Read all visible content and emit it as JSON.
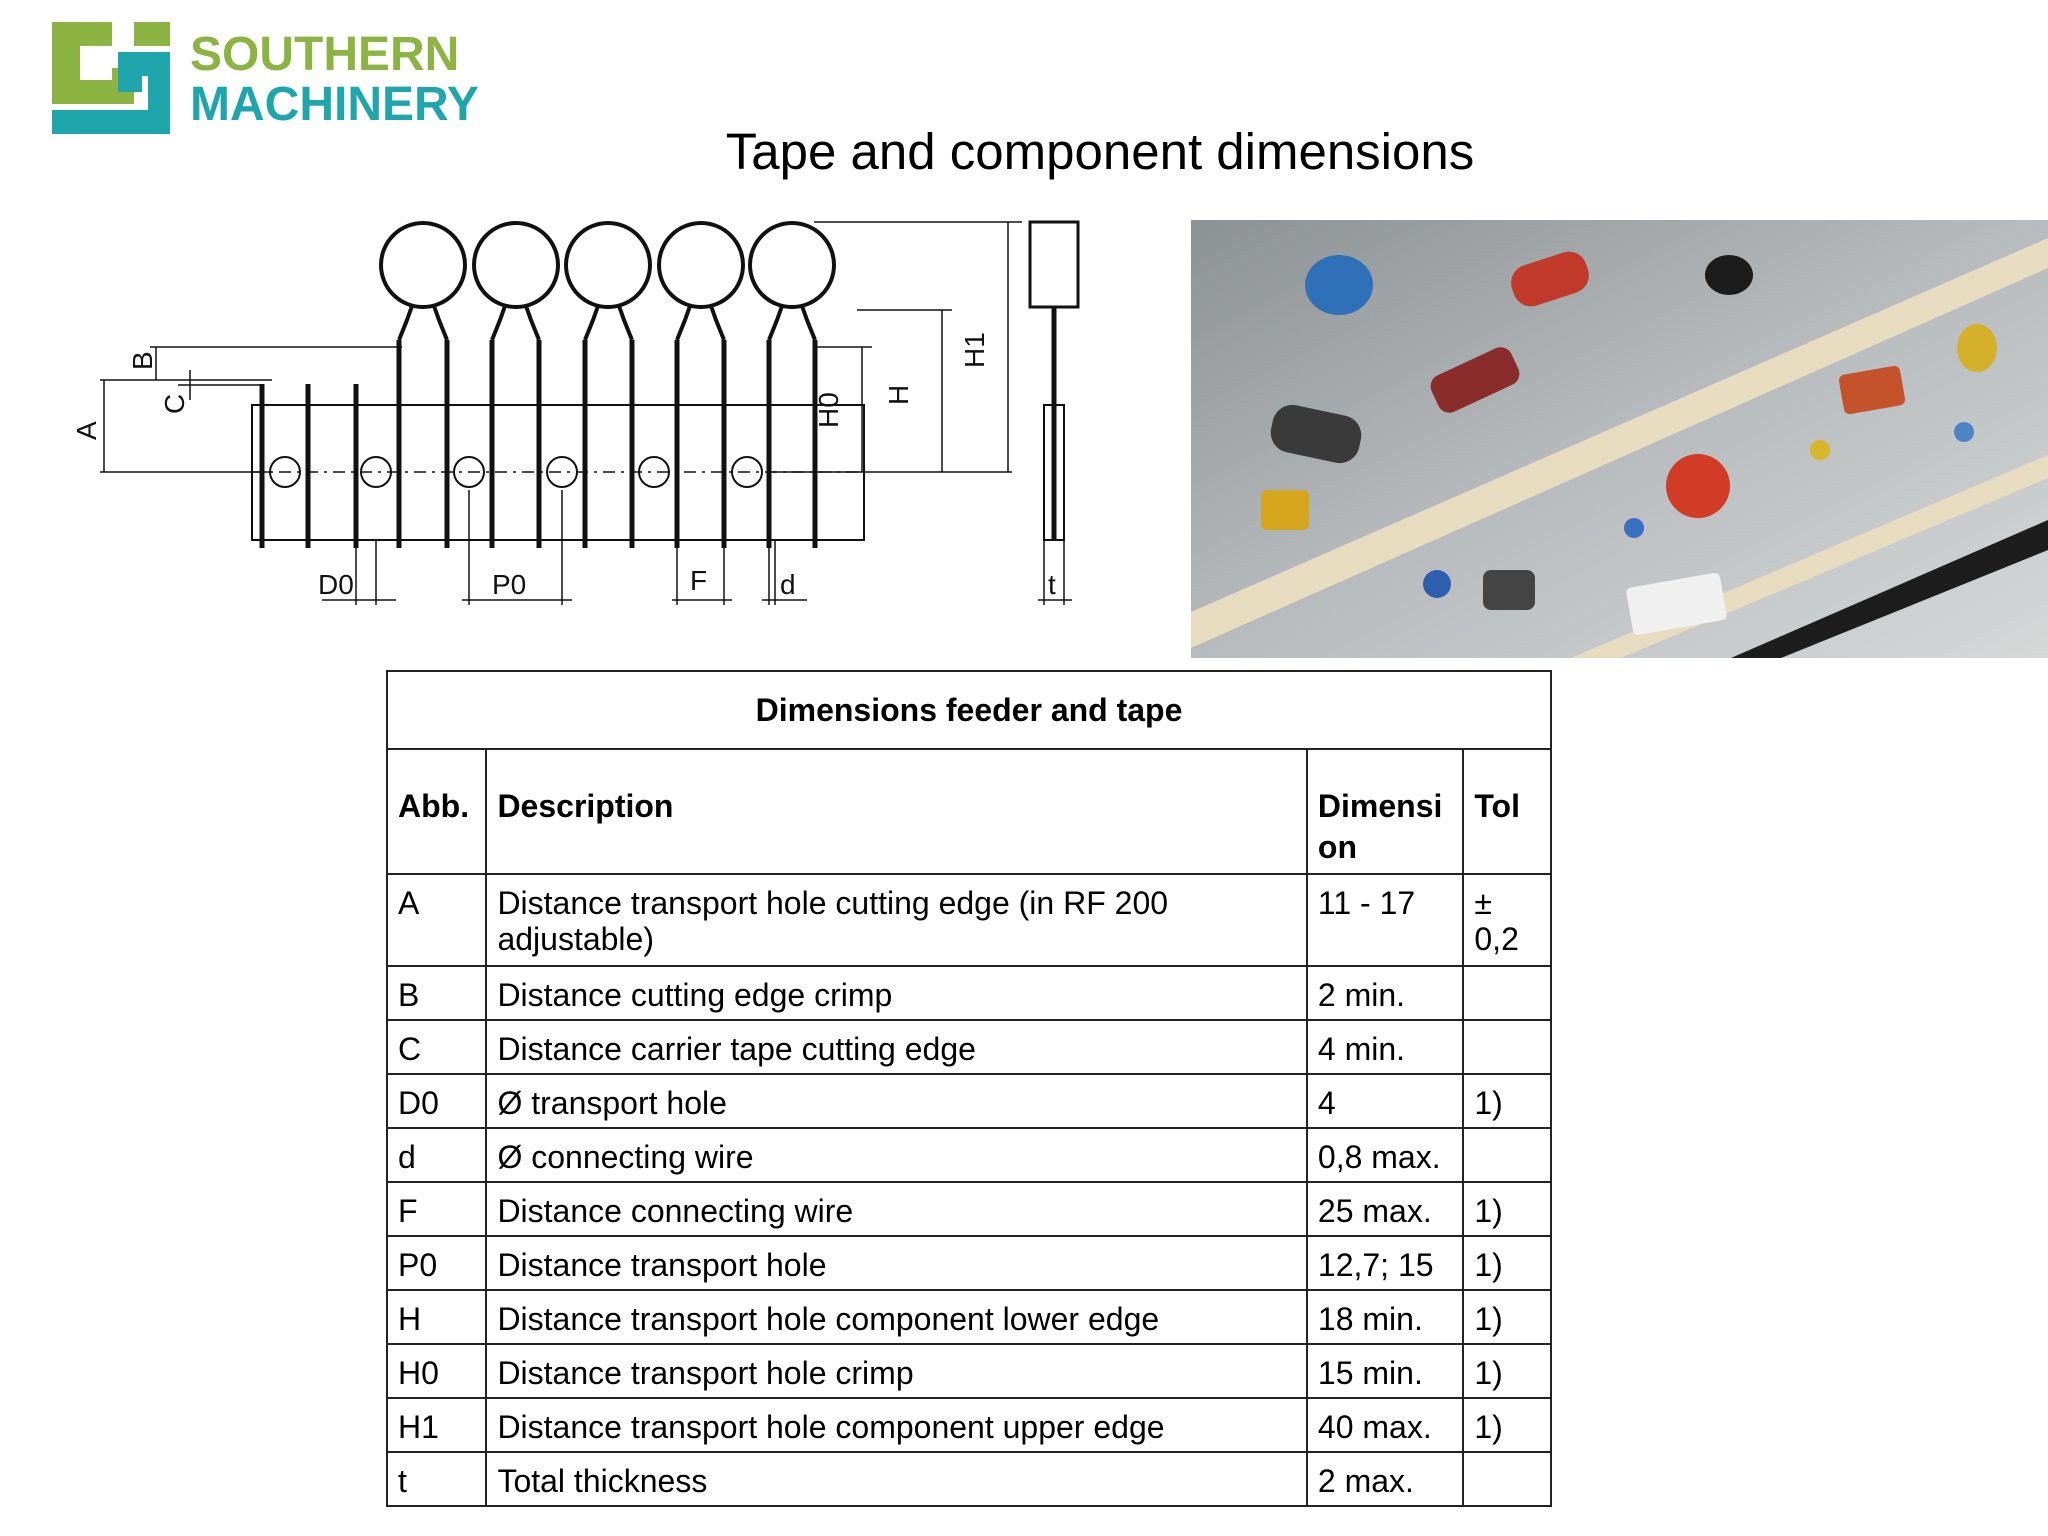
{
  "logo": {
    "line1": "SOUTHERN",
    "line2": "MACHINERY",
    "colors": {
      "green": "#8cb443",
      "teal": "#1fa6ad"
    }
  },
  "title": "Tape and component dimensions",
  "diagram": {
    "labels": {
      "A": "A",
      "B": "B",
      "C": "C",
      "H0": "H0",
      "H": "H",
      "H1": "H1",
      "D0": "D0",
      "P0": "P0",
      "F": "F",
      "d": "d",
      "t": "t"
    }
  },
  "table": {
    "caption": "Dimensions feeder and tape",
    "headers": {
      "abb": "Abb.",
      "description": "Description",
      "dimension_line1": "Dimensi",
      "dimension_line2": "on",
      "tol": "Tol"
    },
    "rows": [
      {
        "abb": "A",
        "desc_line1": "Distance transport hole cutting edge (in RF 200",
        "desc_line2": "adjustable)",
        "dim": "11 - 17",
        "tol": "± 0,2"
      },
      {
        "abb": "B",
        "desc": "Distance cutting edge crimp",
        "dim": "2 min.",
        "tol": ""
      },
      {
        "abb": "C",
        "desc": "Distance carrier tape cutting edge",
        "dim": "4 min.",
        "tol": ""
      },
      {
        "abb": "D0",
        "desc": "Ø transport hole",
        "dim": "4",
        "tol": "1)"
      },
      {
        "abb": "d",
        "desc": "Ø connecting wire",
        "dim": "0,8 max.",
        "tol": ""
      },
      {
        "abb": "F",
        "desc": "Distance connecting wire",
        "dim": "25 max.",
        "tol": "1)"
      },
      {
        "abb": "P0",
        "desc": "Distance transport hole",
        "dim": "12,7; 15",
        "tol": "1)"
      },
      {
        "abb": "H",
        "desc": "Distance transport hole component lower edge",
        "dim": "18 min.",
        "tol": "1)"
      },
      {
        "abb": "H0",
        "desc": "Distance transport hole crimp",
        "dim": "15 min.",
        "tol": "1)"
      },
      {
        "abb": "H1",
        "desc": "Distance transport hole component upper edge",
        "dim": "40 max.",
        "tol": "1)"
      },
      {
        "abb": "t",
        "desc": "Total thickness",
        "dim": "2 max.",
        "tol": ""
      }
    ]
  }
}
